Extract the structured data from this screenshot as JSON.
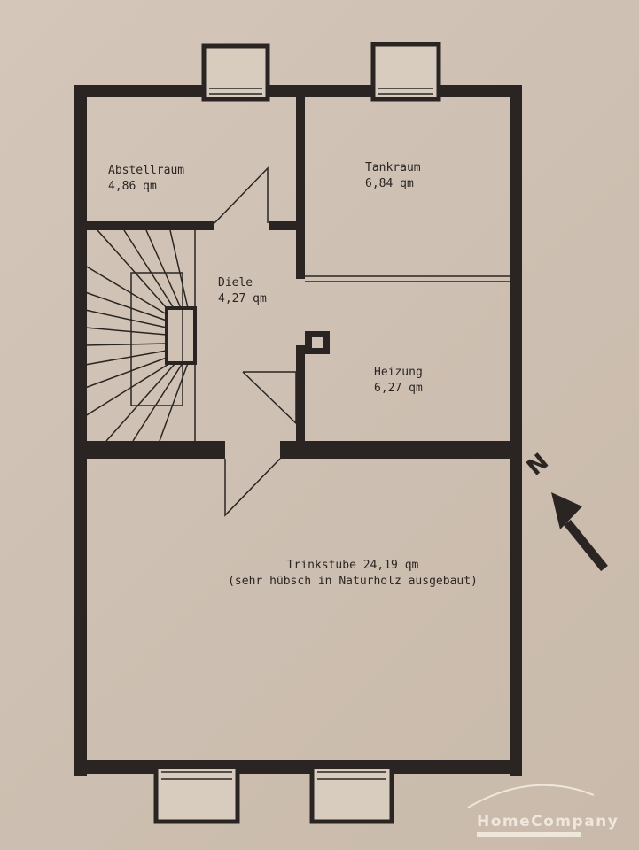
{
  "rooms": [
    {
      "name": "Abstellraum",
      "area": "4,86 qm"
    },
    {
      "name": "Tankraum",
      "area": "6,84 qm"
    },
    {
      "name": "Diele",
      "area": "4,27 qm"
    },
    {
      "name": "Heizung",
      "area": "6,27 qm"
    },
    {
      "name": "Trinkstube 24,19 qm",
      "area": "(sehr hübsch in Naturholz ausgebaut)"
    }
  ],
  "compass": {
    "label": "N"
  },
  "watermark": "HomeCompany",
  "colors": {
    "wall": "#2a2523",
    "paper": "#cfc1b3"
  }
}
